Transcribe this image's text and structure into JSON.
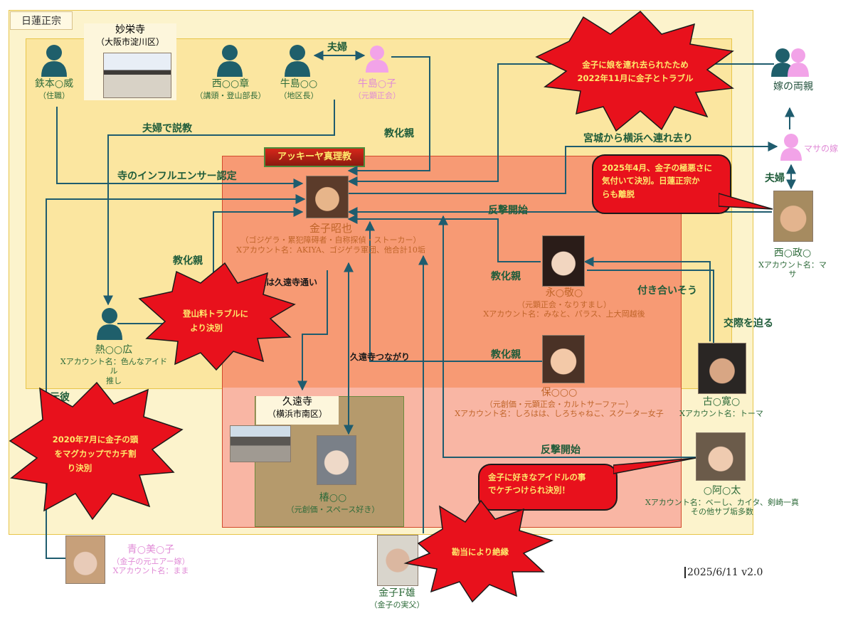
{
  "zones": {
    "outer_label": "日蓮正宗",
    "cult_label": "アッキーヤ真理教"
  },
  "temples": {
    "myoshu": {
      "name": "妙栄寺",
      "location": "（大阪市淀川区）"
    },
    "kuon": {
      "name": "久遠寺",
      "location": "（横浜市南区）"
    }
  },
  "people": {
    "tetsumoto": {
      "name": "鉄本○威",
      "sub": "（住職）"
    },
    "nishi": {
      "name": "西○○章",
      "sub": "（講頭・登山部長）"
    },
    "ushijima": {
      "name": "牛島○○",
      "sub": "（地区長）"
    },
    "ushijima_ko": {
      "name": "牛島○子",
      "sub": "（元顕正会）"
    },
    "yome_parents": {
      "name": "嫁の両親"
    },
    "masa_yome": {
      "name": "マサの嫁"
    },
    "kaneko": {
      "name": "金子昭也",
      "sub1": "（ゴジゲラ・累犯障碍者・自称探偵・ストーカー）",
      "sub2": "Xアカウント名：AKIYA、ゴジゲラ軍団、他合計10垢"
    },
    "nishi_masa": {
      "name": "西○政○",
      "sub": "Xアカウント名：マサ"
    },
    "eikei": {
      "name": "永○敬○",
      "sub1": "（元顕正会・なりすまし）",
      "sub2": "Xアカウント名：みなと、パラス、上大岡越後"
    },
    "tamotsu": {
      "name": "保○○○",
      "sub1": "（元創価・元顕正会・カルトサーファー）",
      "sub2": "Xアカウント名：しろはは、しろちゃねこ、スクーター女子"
    },
    "atsu": {
      "name": "熱○○広",
      "sub1": "Xアカウント名：色んなアイドル",
      "sub2": "推し"
    },
    "furu": {
      "name": "古○寛○",
      "sub": "Xアカウント名：トーマ"
    },
    "oa": {
      "name": "○阿○太",
      "sub1": "Xアカウント名：ベーし、カイタ、剣崎一真",
      "sub2": "その他サブ垢多数"
    },
    "tsubaki": {
      "name": "椿○○",
      "sub": "（元創価・スペース好き）"
    },
    "ao": {
      "name": "青○美○子",
      "sub1": "（金子の元エアー嫁）",
      "sub2": "Xアカウント名：まま"
    },
    "father": {
      "name": "金子F雄",
      "sub": "（金子の実父）"
    }
  },
  "edges": {
    "fufu1": "夫婦",
    "fufu2": "夫婦",
    "fufu_sekkyo": "夫婦で説教",
    "kyoka1": "教化親",
    "kyoka2": "教化親",
    "kyoka3": "教化親",
    "kyoka4": "教化親",
    "influencer": "寺のインフルエンサー認定",
    "miyagi": "宮城から横浜へ連れ去り",
    "hangeki1": "反撃開始",
    "hangeki2": "反撃開始",
    "fudan": "普段は久遠寺通い",
    "kuon_link": "久遠寺つながり",
    "tsukiai": "付き合いそう",
    "kosai": "交際を迫る",
    "motokare": "元彼"
  },
  "bubbles": {
    "trouble_2022": [
      "金子に娘を連れ去られたため",
      "2022年11月に金子とトラブル"
    ],
    "masa_2025": [
      "2025年4月、金子の極悪さに",
      "気付いて決別。日蓮正宗か",
      "らも離脱"
    ],
    "tozan": [
      "登山料トラブルに",
      "より決別"
    ],
    "mug_2020": [
      "2020年7月に金子の頭",
      "をマグカップでカチ割",
      "り決別"
    ],
    "idol": [
      "金子に好きなアイドルの事",
      "でケチつけられ決別！"
    ],
    "kando": [
      "勘当により絶縁"
    ]
  },
  "version": "2025/6/11 v2.0",
  "colors": {
    "outer_zone": "#fcf3cc",
    "inner_zone": "#fbe6a0",
    "cult_zone": "#f79a74",
    "cult_lower_zone": "#f9b6a4",
    "kuon_zone": "#b59a6c",
    "arrow": "#1f5c6e",
    "burst": "#e8111c",
    "burst_text": "#ffe96b",
    "person_icon": "#1f5f6b",
    "pink_icon": "#f2a3e8"
  },
  "icons": [
    "person-icon",
    "woman-icon",
    "couple-icon",
    "temple-photo",
    "face-photo"
  ]
}
